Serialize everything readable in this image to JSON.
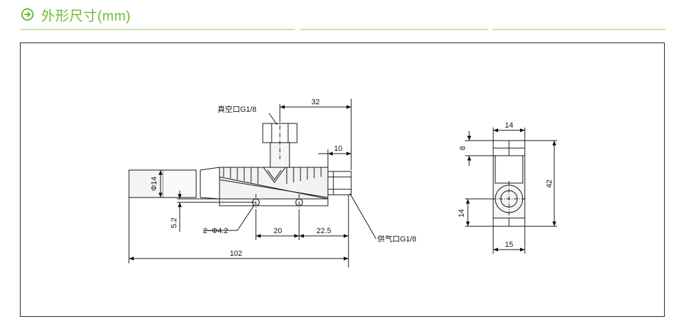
{
  "header": {
    "title": "外形尺寸(mm)",
    "accent_color": "#6dbb33",
    "icon": "arrow-right-circle-icon"
  },
  "front_view": {
    "label_vacuum_port": "真空口G1/8",
    "label_supply_port": "供气口G1/8",
    "label_holes": "2−Φ4.2",
    "dims": {
      "d32": "32",
      "d10": "10",
      "d14": "Φ14",
      "d5_2": "5.2",
      "d20": "20",
      "d22_5": "22.5",
      "d102": "102"
    }
  },
  "side_view": {
    "dims": {
      "d14_top": "14",
      "d8": "8",
      "d42": "42",
      "d14_left": "14",
      "d15": "15"
    }
  }
}
